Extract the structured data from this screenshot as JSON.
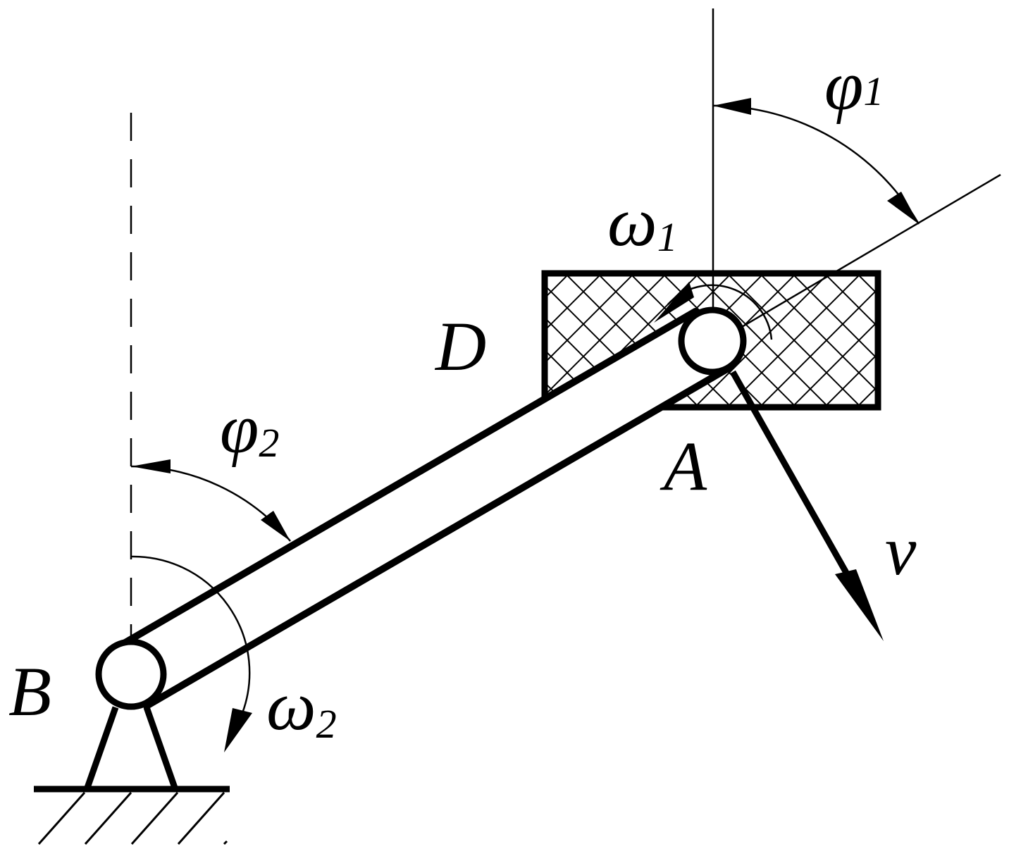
{
  "labels": {
    "phi": "φ",
    "omega": "ω",
    "sub_1": "1",
    "sub_2": "2",
    "point_d": "D",
    "point_a": "A",
    "point_b": "B",
    "velocity": "v"
  },
  "colors": {
    "stroke": "#000000",
    "background": "#ffffff"
  }
}
